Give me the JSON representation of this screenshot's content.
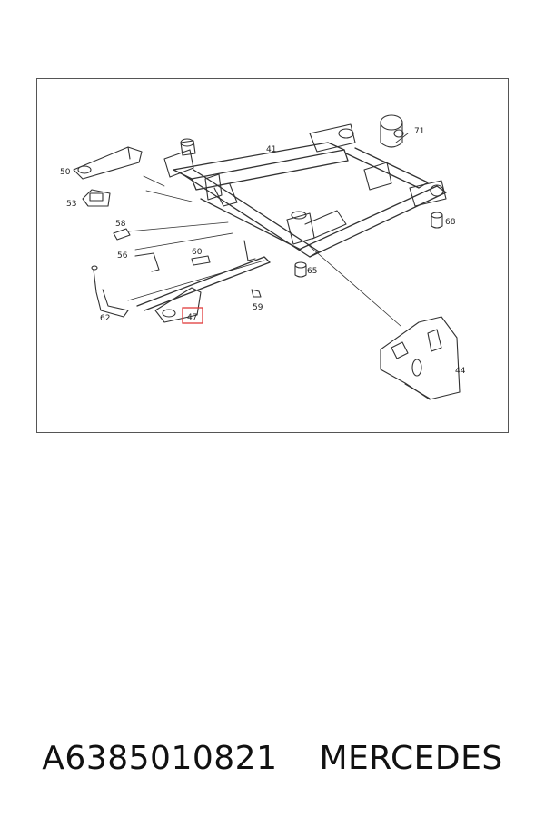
{
  "diagram": {
    "callouts": [
      "41",
      "44",
      "47",
      "50",
      "53",
      "56",
      "58",
      "59",
      "60",
      "62",
      "65",
      "68",
      "71"
    ],
    "highlight_color": "#e03a3a"
  },
  "footer": {
    "part_number": "A6385010821",
    "brand": "MERCEDES"
  }
}
